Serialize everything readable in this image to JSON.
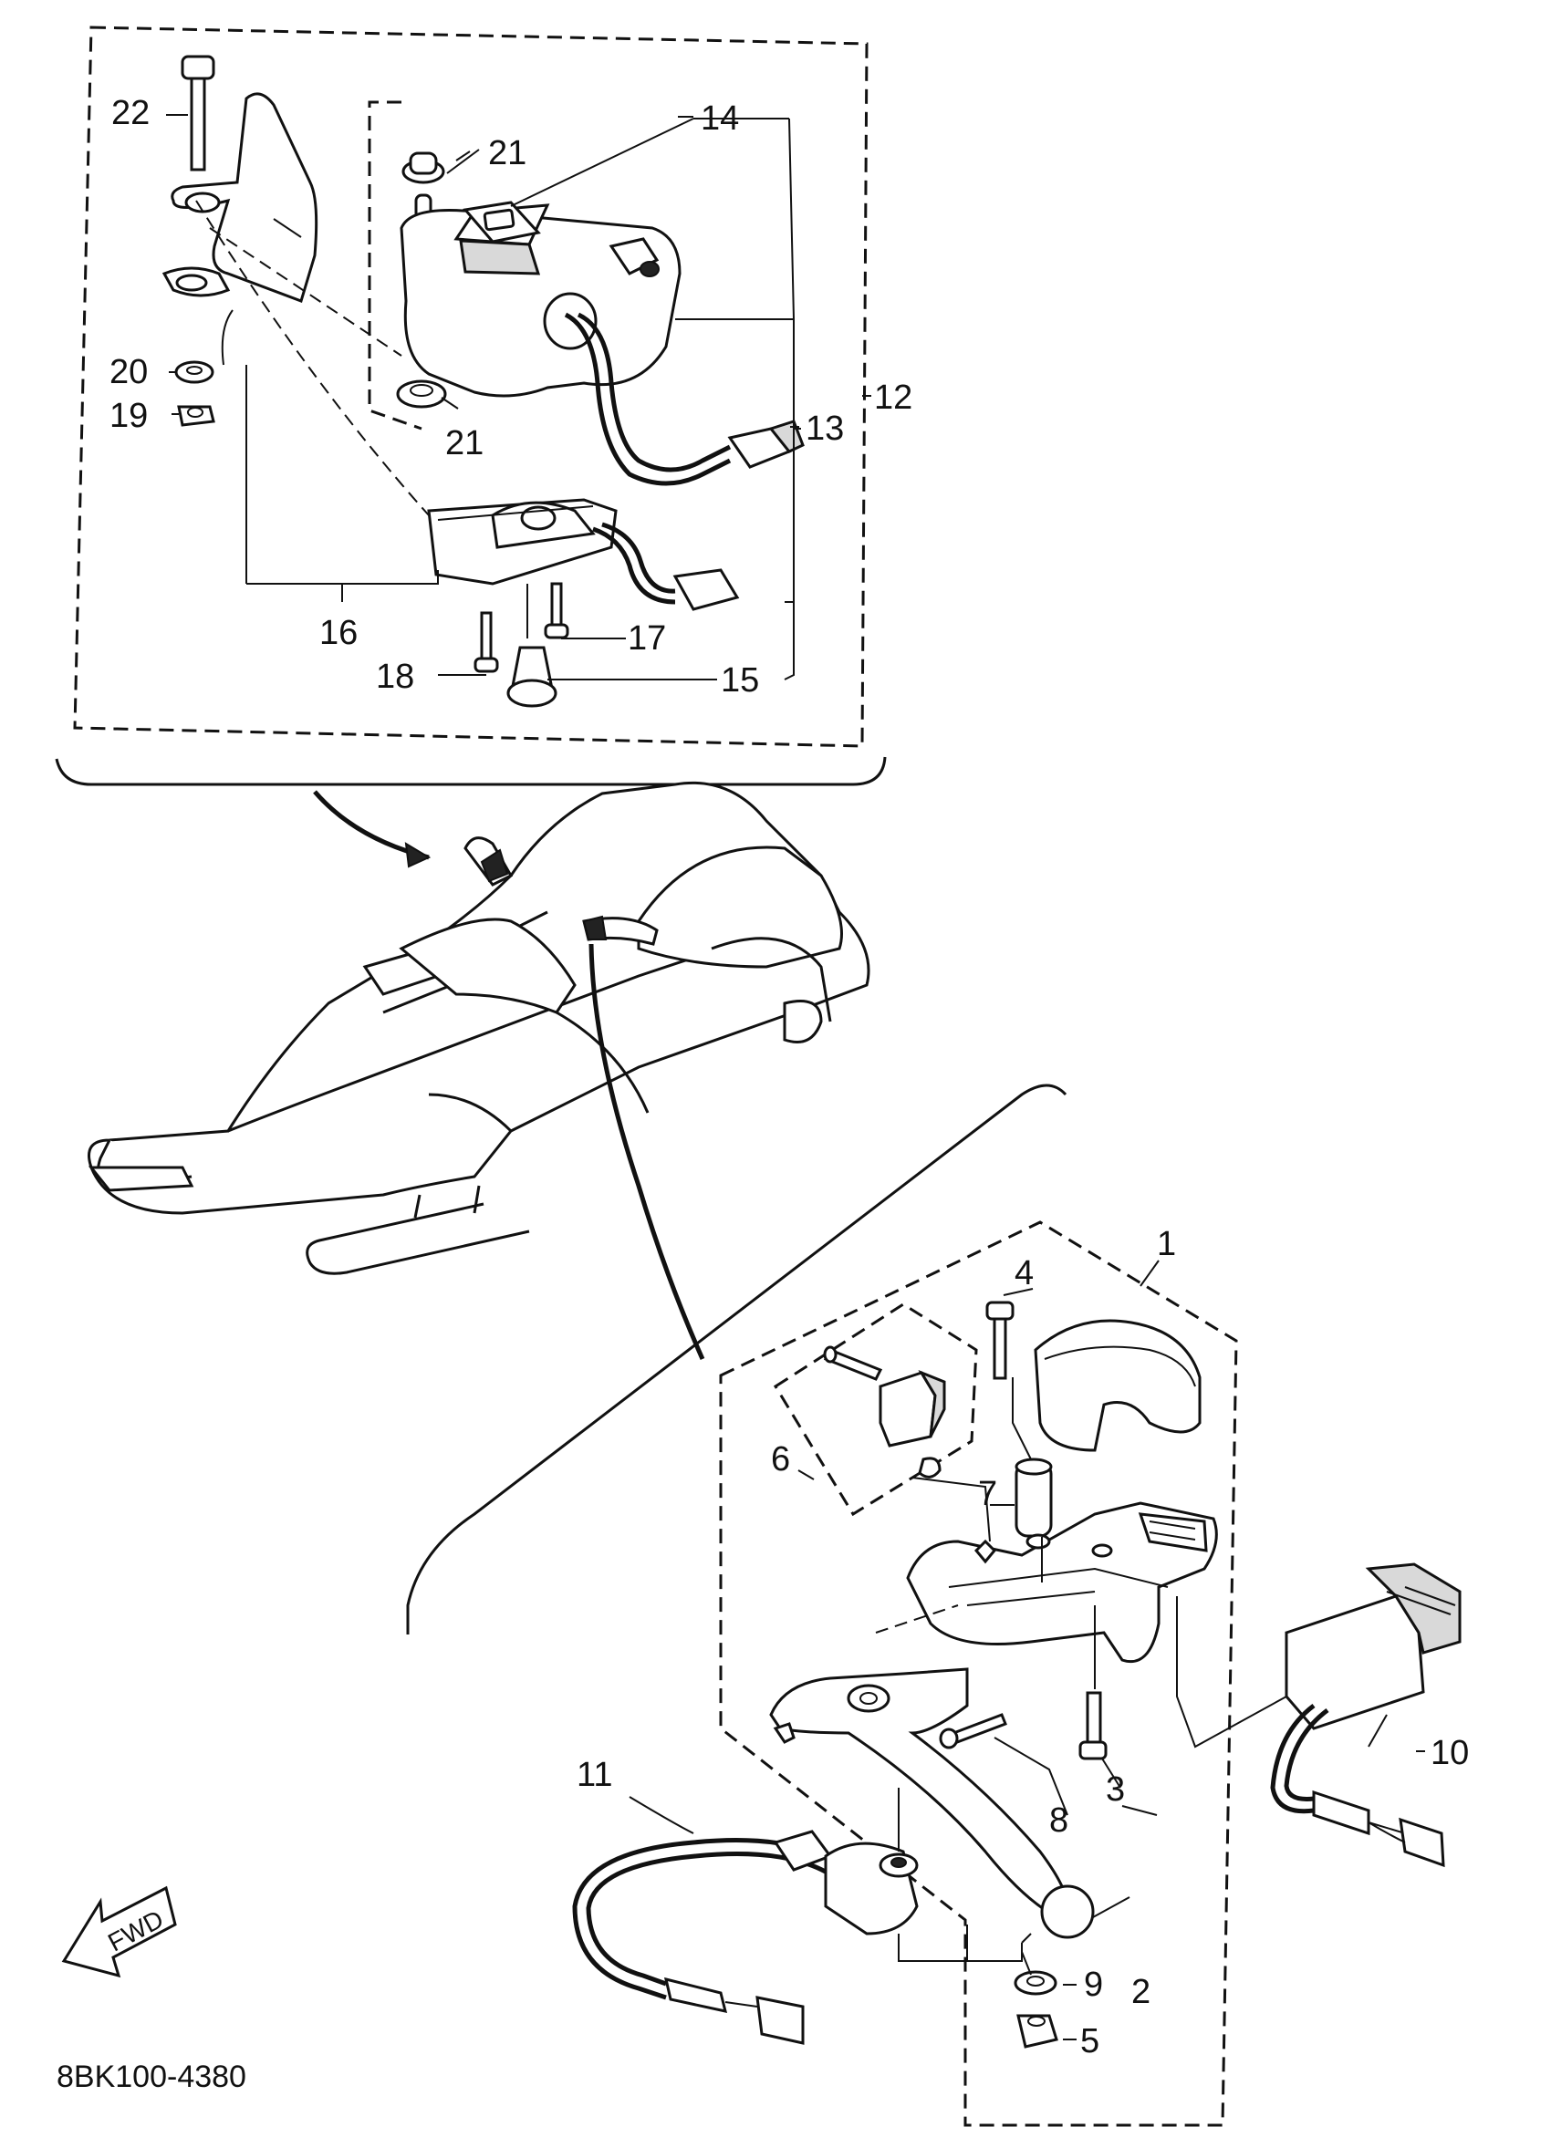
{
  "diagram": {
    "catalog_code": "8BK100-4380",
    "direction_arrow": {
      "label": "FWD",
      "icon": "fwd-arrow-icon"
    },
    "callouts": [
      {
        "id": "1",
        "label": "1"
      },
      {
        "id": "2",
        "label": "2"
      },
      {
        "id": "3",
        "label": "3"
      },
      {
        "id": "4",
        "label": "4"
      },
      {
        "id": "5",
        "label": "5"
      },
      {
        "id": "6",
        "label": "6"
      },
      {
        "id": "7",
        "label": "7"
      },
      {
        "id": "8",
        "label": "8"
      },
      {
        "id": "9",
        "label": "9"
      },
      {
        "id": "10",
        "label": "10"
      },
      {
        "id": "11",
        "label": "11"
      },
      {
        "id": "12",
        "label": "12"
      },
      {
        "id": "13",
        "label": "13"
      },
      {
        "id": "14",
        "label": "14"
      },
      {
        "id": "15",
        "label": "15"
      },
      {
        "id": "16",
        "label": "16"
      },
      {
        "id": "17",
        "label": "17"
      },
      {
        "id": "18",
        "label": "18"
      },
      {
        "id": "19",
        "label": "19"
      },
      {
        "id": "20",
        "label": "20"
      },
      {
        "id": "21a",
        "label": "21"
      },
      {
        "id": "21b",
        "label": "21"
      },
      {
        "id": "22",
        "label": "22"
      }
    ]
  }
}
